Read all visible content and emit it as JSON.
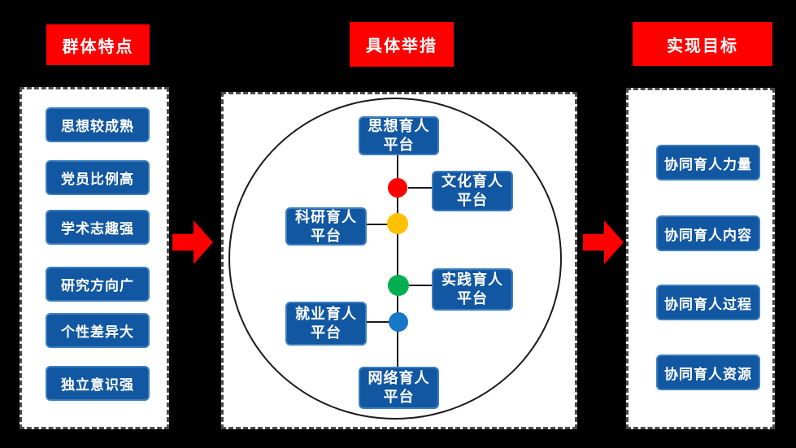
{
  "headers": {
    "left": "群体特点",
    "center": "具体举措",
    "right": "实现目标"
  },
  "left_panel": {
    "items": [
      "思想较成熟",
      "党员比例高",
      "学术志趣强",
      "研究方向广",
      "个性差异大",
      "独立意识强"
    ]
  },
  "center_panel": {
    "platforms": {
      "top": "思想育人\n平台",
      "culture": "文化育人\n平台",
      "research": "科研育人\n平台",
      "practice": "实践育人\n平台",
      "employment": "就业育人\n平台",
      "network": "网络育人\n平台"
    },
    "dot_colors": {
      "red": "#FF0000",
      "gold": "#FFC000",
      "green": "#00B050",
      "blue": "#1778C8"
    }
  },
  "right_panel": {
    "items": [
      "协同育人力量",
      "协同育人内容",
      "协同育人过程",
      "协同育人资源"
    ]
  },
  "colors": {
    "page_bg": "#000000",
    "panel_bg": "#FFFFFF",
    "panel_border": "#4A4A4A",
    "header_red": "#FF0000",
    "arrow_red": "#FF0000",
    "box_blue": "#1257A2",
    "box_border_blue": "#3D7EBF",
    "line": "#1A1A1A"
  }
}
